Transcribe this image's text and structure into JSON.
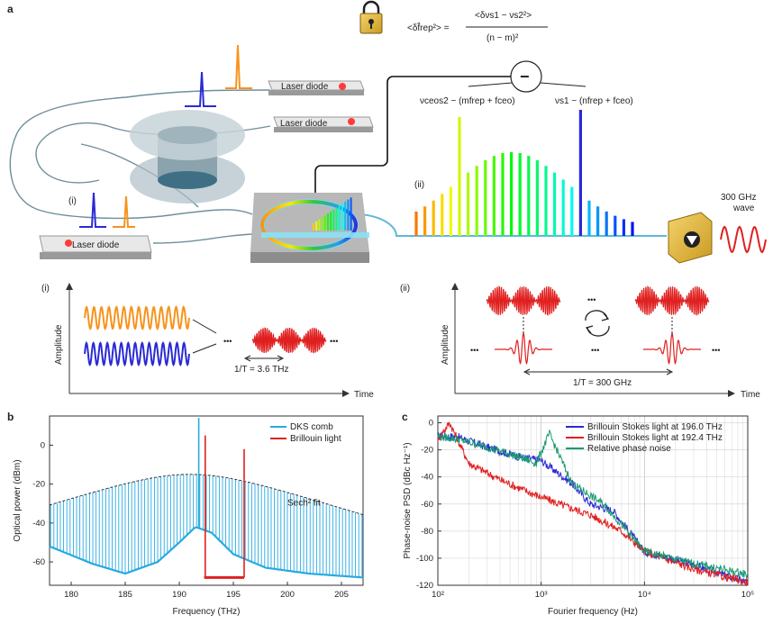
{
  "figure": {
    "panel_a": {
      "label": "a",
      "formula_lhs": "<δf̂rep²> =",
      "formula_numerator": "<δνs1 − νs2²>",
      "formula_denominator": "(n − m)²",
      "minus_symbol": "−",
      "left_expr": "νceos2 − (mfrep + fceo)",
      "right_expr": "νs1 − (nfrep + fceo)",
      "laser_diode_1": "Laser diode",
      "laser_diode_2": "Laser diode",
      "laser_diode_3": "Laser diode",
      "marker_i": "(i)",
      "marker_ii": "(ii)",
      "output_label_1": "300 GHz",
      "output_label_2": "wave"
    },
    "panel_i": {
      "label": "(i)",
      "ylabel": "Amplitude",
      "xlabel": "Time",
      "ellipsis_left": "•••",
      "ellipsis_right": "•••",
      "period_label": "1/T = 3.6 THz"
    },
    "panel_ii": {
      "label": "(ii)",
      "ylabel": "Amplitude",
      "xlabel": "Time",
      "ellipsis": "•••",
      "period_label": "1/T = 300 GHz"
    },
    "colors": {
      "orange": "#f7931e",
      "blue": "#2a2ad6",
      "red": "#e02020",
      "cyan": "#27aae1",
      "green": "#1a9a73",
      "fiber": "#6f8f9b"
    }
  },
  "chart_data": [
    {
      "type": "line",
      "panel": "b",
      "xlabel": "Frequency (THz)",
      "ylabel": "Optical power (dBm)",
      "xlim": [
        178,
        207
      ],
      "ylim": [
        -72,
        15
      ],
      "xticks": [
        180,
        185,
        190,
        195,
        200,
        205
      ],
      "yticks": [
        0,
        -20,
        -40,
        -60
      ],
      "legend": "top-right",
      "annotation": "Sech² fit",
      "series": [
        {
          "name": "DKS comb",
          "color": "#27aae1",
          "comb_envelope_peak_thz": 191.0,
          "comb_envelope_peak_dbm": -15,
          "floor_x": [
            178,
            182,
            185,
            188,
            190,
            191.5,
            193,
            195,
            198,
            202,
            207
          ],
          "floor_y": [
            -52,
            -61,
            -66,
            -60,
            -50,
            -42,
            -45,
            -56,
            -63,
            -66,
            -68
          ],
          "spike_x": 191.8,
          "spike_y": 14
        },
        {
          "name": "Brillouin light",
          "color": "#e02020",
          "x": [
            192.4,
            196.0
          ],
          "y": [
            5,
            -2
          ],
          "floor": -68
        }
      ]
    },
    {
      "type": "line",
      "panel": "c",
      "xlabel": "Fourier frequency (Hz)",
      "ylabel": "Phase-noise PSD (dBc Hz⁻¹)",
      "xscale": "log",
      "xlim": [
        100,
        100000
      ],
      "ylim": [
        -120,
        5
      ],
      "xticks": [
        "10²",
        "10³",
        "10⁴",
        "10⁵"
      ],
      "yticks": [
        0,
        -20,
        -40,
        -60,
        -80,
        -100,
        -120
      ],
      "legend": "top-right",
      "series": [
        {
          "name": "Brillouin Stokes light at 196.0 THz",
          "color": "#2a2ad6",
          "x": [
            100,
            150,
            300,
            600,
            1000,
            2000,
            3000,
            5000,
            10000,
            30000,
            100000
          ],
          "y": [
            -10,
            -10,
            -18,
            -25,
            -28,
            -45,
            -60,
            -65,
            -95,
            -105,
            -118
          ]
        },
        {
          "name": "Brillouin Stokes light at 192.4 THz",
          "color": "#e02020",
          "x": [
            100,
            130,
            200,
            400,
            800,
            1500,
            3000,
            6000,
            10000,
            30000,
            100000
          ],
          "y": [
            -12,
            0,
            -30,
            -42,
            -52,
            -60,
            -68,
            -80,
            -95,
            -108,
            -118
          ]
        },
        {
          "name": "Relative phase noise",
          "color": "#1a9a73",
          "x": [
            100,
            150,
            300,
            600,
            900,
            1200,
            2000,
            4000,
            6000,
            10000,
            30000,
            100000
          ],
          "y": [
            -10,
            -12,
            -18,
            -25,
            -30,
            -8,
            -45,
            -60,
            -75,
            -95,
            -104,
            -112
          ]
        }
      ]
    }
  ]
}
